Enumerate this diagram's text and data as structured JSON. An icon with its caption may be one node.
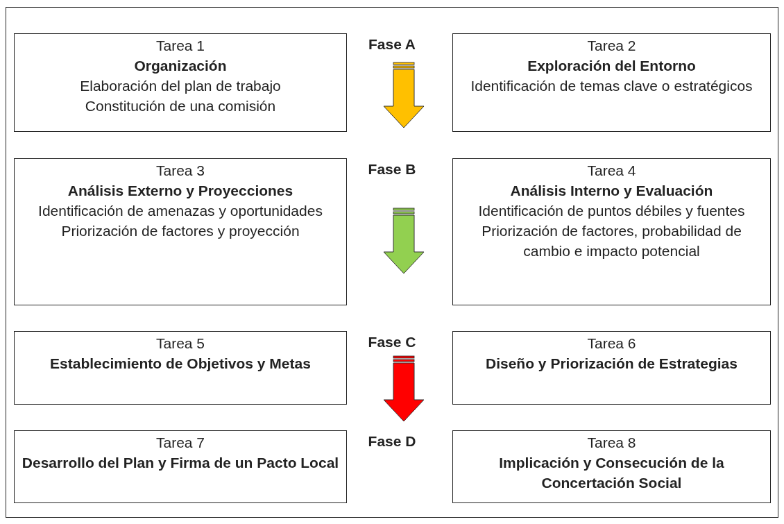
{
  "diagram": {
    "nodes": [
      {
        "text": [
          "Tarea 1",
          "Organización",
          "Elaboración del plan de trabajo",
          "Constitución de una comisión"
        ]
      },
      {
        "text": [
          "Tarea 2",
          "Exploración del Entorno",
          "Identificación de temas clave o estratégicos"
        ]
      },
      {
        "text": [
          "Tarea 3",
          "Análisis Externo y Proyecciones",
          "Identificación de amenazas y oportunidades",
          "Priorización de factores y proyección"
        ]
      },
      {
        "text": [
          "Tarea 4",
          "Análisis Interno y Evaluación",
          "Identificación de puntos débiles y fuentes",
          "Priorización de factores, probabilidad de cambio e impacto potencial"
        ]
      },
      {
        "text": [
          "Tarea 5",
          "Establecimiento de Objetivos y Metas"
        ]
      },
      {
        "text": [
          "Tarea 6",
          "Diseño y Priorización de Estrategias"
        ]
      },
      {
        "text": [
          "Tarea 7",
          "Desarrollo del Plan y Firma de un Pacto Local"
        ]
      },
      {
        "text": [
          "Tarea 8",
          "Implicación y Consecución de la Concertación Social"
        ]
      }
    ],
    "labels": [
      "Fase A",
      "Fase B",
      "Fase C",
      "Fase D"
    ]
  }
}
